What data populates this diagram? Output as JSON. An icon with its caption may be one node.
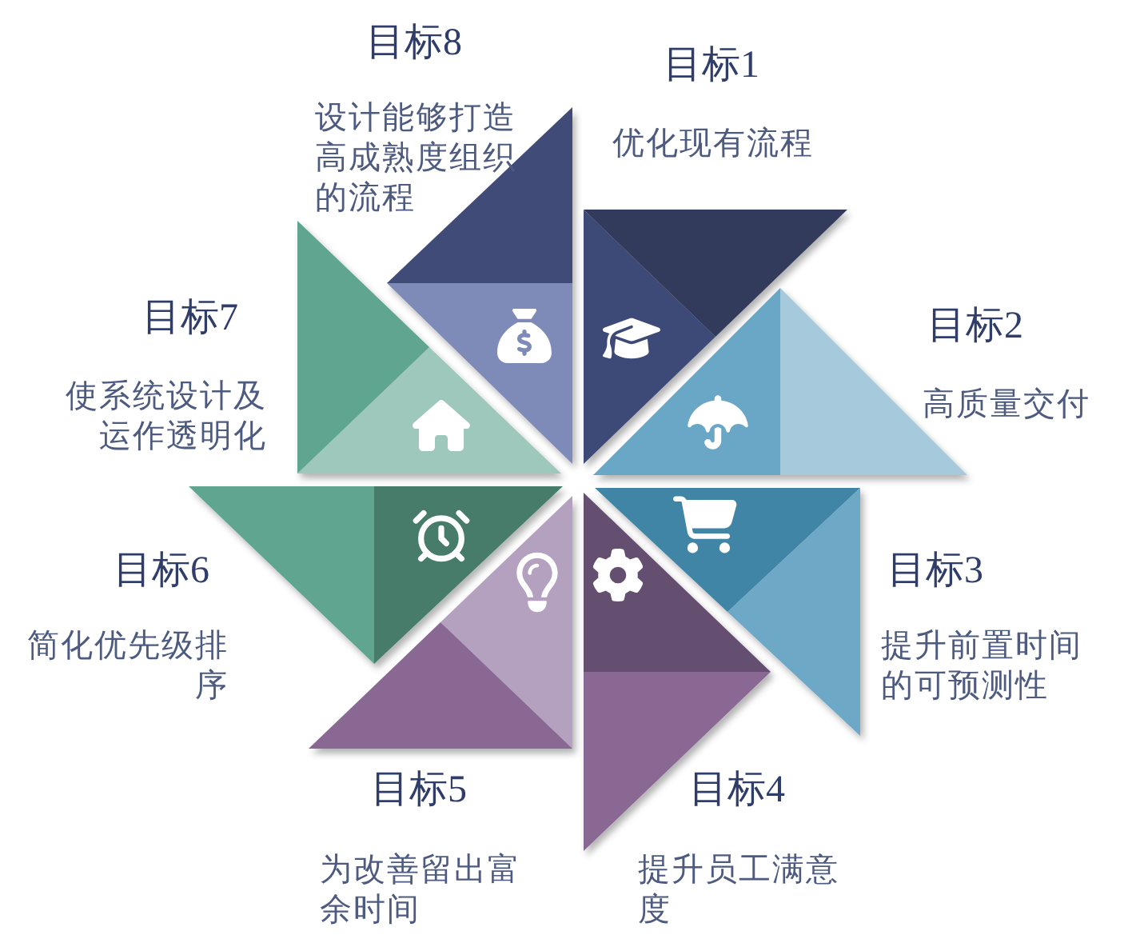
{
  "diagram": {
    "nodes": [
      {
        "text": [
          "目标1",
          "优化现有流程"
        ]
      },
      {
        "text": [
          "目标2",
          "高质量交付"
        ]
      },
      {
        "text": [
          "目标3",
          "提升前置时间的可预测性"
        ]
      },
      {
        "text": [
          "目标4",
          "提升员工满意度"
        ]
      },
      {
        "text": [
          "目标5",
          "为改善留出富余时间"
        ]
      },
      {
        "text": [
          "目标6",
          "简化优先级排序"
        ]
      },
      {
        "text": [
          "目标7",
          "使系统设计及运作透明化"
        ]
      },
      {
        "text": [
          "目标8",
          "设计能够打造高成熟度组织的流程"
        ]
      }
    ]
  }
}
